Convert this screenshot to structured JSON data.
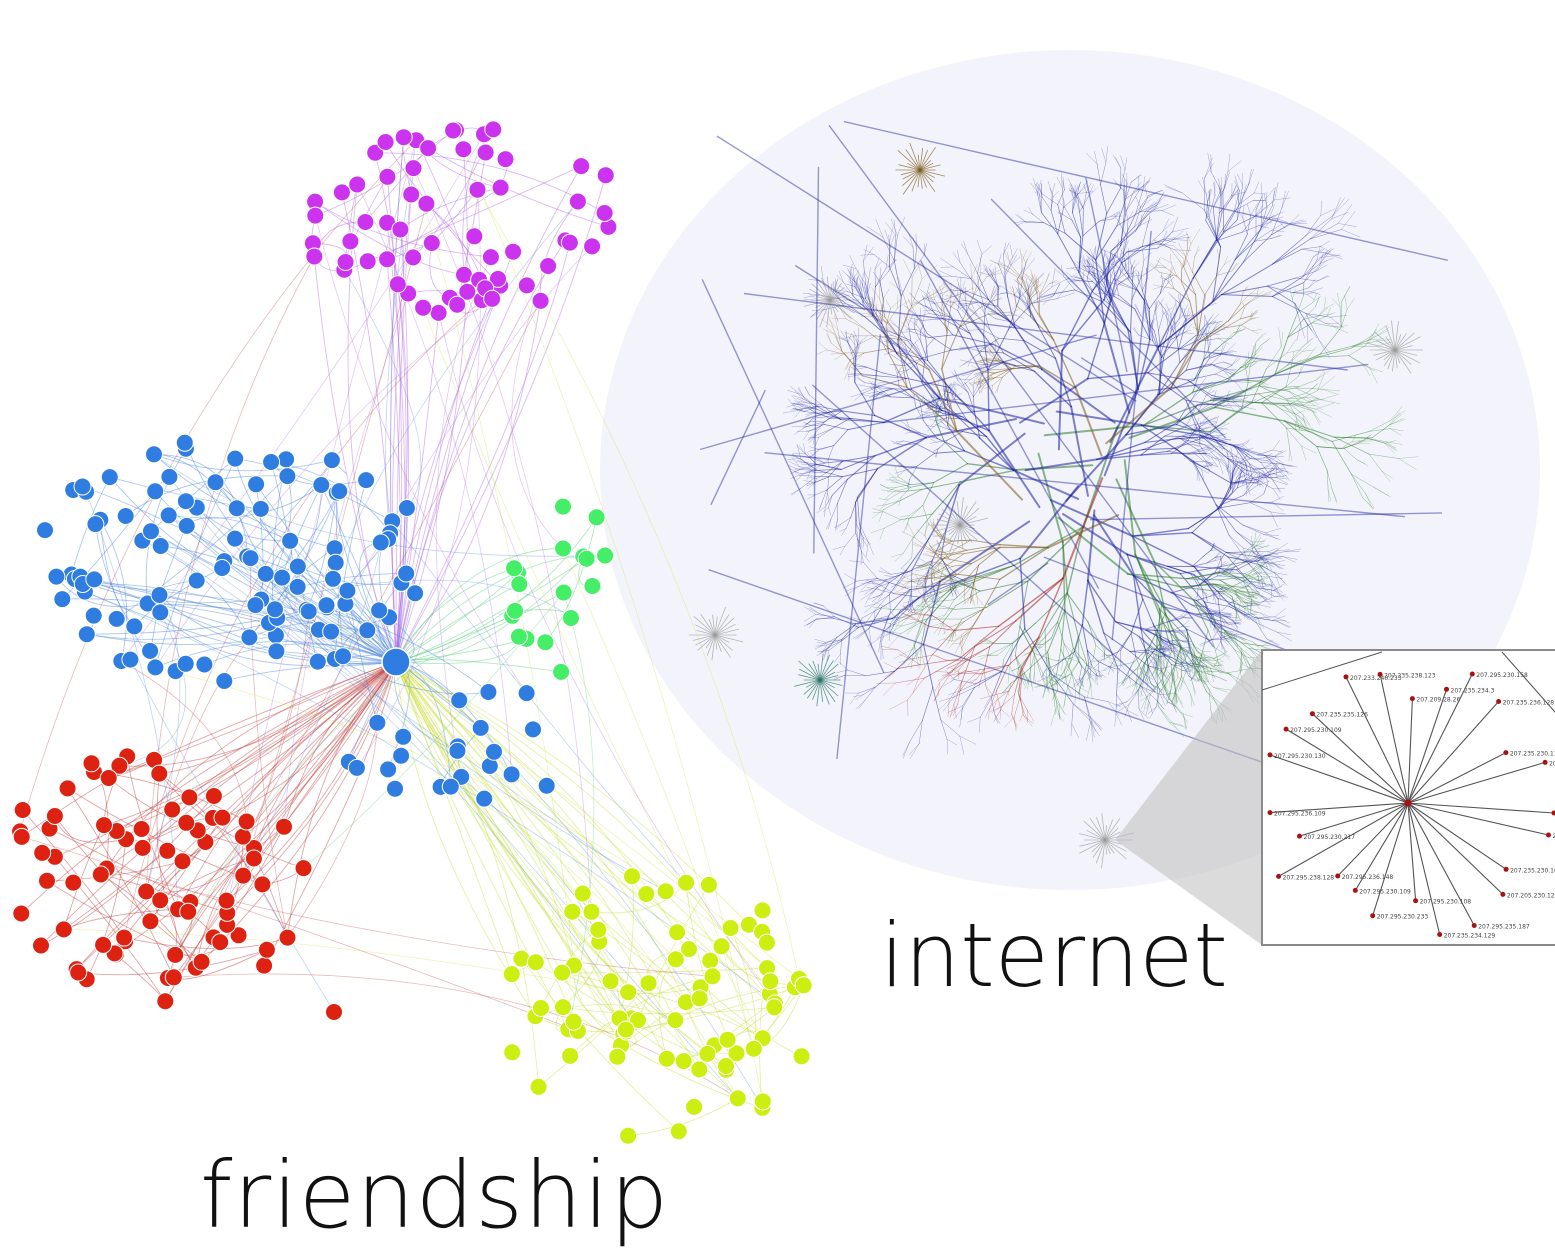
{
  "captions": {
    "friendship": "friendship",
    "internet": "internet"
  },
  "friendship_network": {
    "groups": [
      {
        "key": "purple",
        "color": "#cc33ee",
        "edge_color": "#b266e6"
      },
      {
        "key": "blue",
        "color": "#2f7de1",
        "edge_color": "#4a86e0"
      },
      {
        "key": "green",
        "color": "#44ee66",
        "edge_color": "#55cc77"
      },
      {
        "key": "red",
        "color": "#dd2211",
        "edge_color": "#c03a3a"
      },
      {
        "key": "yellow",
        "color": "#ccee11",
        "edge_color": "#c8e03a"
      }
    ],
    "hub_color": "#2f7de1"
  },
  "internet_map": {
    "colors": {
      "primary": "#1a1f9e",
      "secondary": "#2b7a2b",
      "tertiary": "#7a5a1a",
      "accent": "#a01a1a",
      "faint": "#9a9a9a"
    }
  },
  "zoom_inset": {
    "labels": [
      "207.209.28.26",
      "207.235.234.3",
      "207.295.230.158",
      "207.235.236.128",
      "207.235.230.110",
      "207.293.230.125",
      "207.235.258.157",
      "207.235.230.147",
      "207.235.230.16",
      "207.205.230.129",
      "207.295.235.187",
      "207.235.234.129",
      "207.295.230.108",
      "207.295.230.233",
      "207.295.230.109",
      "207.295.236.148",
      "207.295.238.128",
      "207.295.230.217",
      "207.295.236.109",
      "207.295.230.130",
      "207.295.230.109",
      "207.235.235.126",
      "207.233.240.233",
      "207.235.238.123"
    ],
    "hub_color": "#aa1111"
  }
}
